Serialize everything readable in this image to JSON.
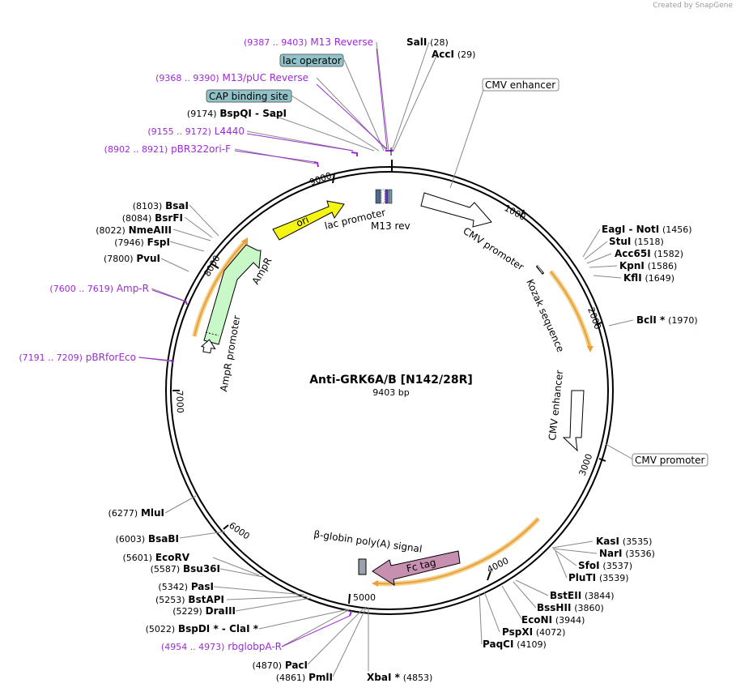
{
  "credit": "Created by SnapGene",
  "plasmid": {
    "name": "Anti-GRK6A/B [N142/28R]",
    "size": "9403 bp"
  },
  "colors": {
    "primer": "#9b2bd6",
    "ori": "#f5f514",
    "ampr": "#c8f7c8",
    "fc_tag": "#c890b0",
    "sv_orange": "#e8a13a",
    "boxed_blue": "#8fc3c9"
  },
  "ticks": [
    "1000",
    "2000",
    "3000",
    "4000",
    "5000",
    "6000",
    "7000",
    "8000",
    "9000"
  ],
  "features": {
    "ori": "ori",
    "ampr": "AmpR",
    "ampr_promoter": "AmpR promoter",
    "lac_promoter": "lac promoter",
    "m13_rev": "M13 rev",
    "cmv_promoter": "CMV promoter",
    "kozak": "Kozak sequence",
    "cmv_enhancer": "CMV enhancer",
    "fc_tag": "Fc tag",
    "beta_globin": "β-globin poly(A) signal"
  },
  "boxed_labels": {
    "cmv_enhancer": "CMV enhancer",
    "cmv_promoter": "CMV promoter",
    "lac_operator": "lac operator",
    "cap_site": "CAP binding site"
  },
  "labels": [
    {
      "range": "(9387 .. 9403)",
      "name": "M13 Reverse",
      "primer": true
    },
    {
      "name": "SalI",
      "pos": "(28)"
    },
    {
      "name": "AccI",
      "pos": "(29)"
    },
    {
      "range": "(9368 .. 9390)",
      "name": "M13/pUC Reverse",
      "primer": true
    },
    {
      "pos": "(9174)",
      "name": "BspQI  -  SapI"
    },
    {
      "range": "(9155 .. 9172)",
      "name": "L4440",
      "primer": true
    },
    {
      "range": "(8902 .. 8921)",
      "name": "pBR322ori-F",
      "primer": true
    },
    {
      "pos": "(8103)",
      "name": "BsaI"
    },
    {
      "pos": "(8084)",
      "name": "BsrFI"
    },
    {
      "pos": "(8022)",
      "name": "NmeAIII"
    },
    {
      "pos": "(7946)",
      "name": "FspI"
    },
    {
      "pos": "(7800)",
      "name": "PvuI"
    },
    {
      "range": "(7600 .. 7619)",
      "name": "Amp-R",
      "primer": true
    },
    {
      "range": "(7191 .. 7209)",
      "name": "pBRforEco",
      "primer": true
    },
    {
      "name": "EagI  -  NotI",
      "pos": "(1456)"
    },
    {
      "name": "StuI",
      "pos": "(1518)"
    },
    {
      "name": "Acc65I",
      "pos": "(1582)"
    },
    {
      "name": "KpnI",
      "pos": "(1586)"
    },
    {
      "name": "KflI",
      "pos": "(1649)"
    },
    {
      "name": "BclI *",
      "pos": "(1970)"
    },
    {
      "name": "KasI",
      "pos": "(3535)"
    },
    {
      "name": "NarI",
      "pos": "(3536)"
    },
    {
      "name": "SfoI",
      "pos": "(3537)"
    },
    {
      "name": "PluTI",
      "pos": "(3539)"
    },
    {
      "name": "BstEII",
      "pos": "(3844)"
    },
    {
      "name": "BssHII",
      "pos": "(3860)"
    },
    {
      "name": "EcoNI",
      "pos": "(3944)"
    },
    {
      "name": "PspXI",
      "pos": "(4072)"
    },
    {
      "name": "PaqCI",
      "pos": "(4109)"
    },
    {
      "pos": "(6277)",
      "name": "MluI"
    },
    {
      "pos": "(6003)",
      "name": "BsaBI"
    },
    {
      "pos": "(5601)",
      "name": "EcoRV"
    },
    {
      "pos": "(5587)",
      "name": "Bsu36I"
    },
    {
      "pos": "(5342)",
      "name": "PasI"
    },
    {
      "pos": "(5253)",
      "name": "BstAPI"
    },
    {
      "pos": "(5229)",
      "name": "DraIII"
    },
    {
      "pos": "(5022)",
      "name": "BspDI *  -  ClaI *"
    },
    {
      "range": "(4954 .. 4973)",
      "name": "rbglobpA-R",
      "primer": true
    },
    {
      "pos": "(4870)",
      "name": "PacI"
    },
    {
      "pos": "(4861)",
      "name": "PmlI"
    },
    {
      "name": "XbaI *",
      "pos": "(4853)"
    }
  ]
}
